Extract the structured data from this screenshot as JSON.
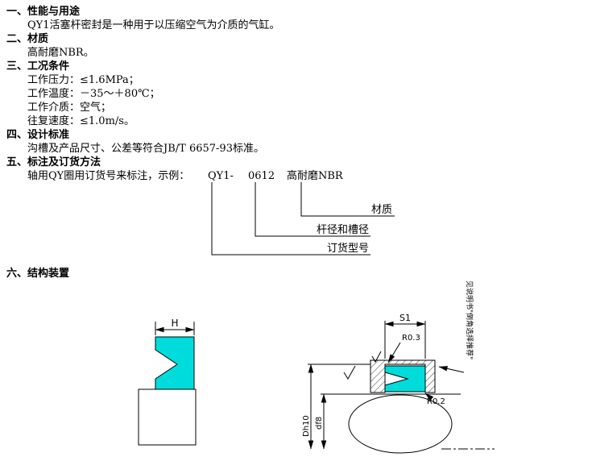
{
  "colors": {
    "seal": "#00dcdc",
    "ink": "#000000"
  },
  "sections": [
    {
      "heading": "一、性能与用途",
      "body": [
        "QY1活塞杆密封是一种用于以压缩空气为介质的气缸。"
      ]
    },
    {
      "heading": "二、材质",
      "body": [
        "高耐磨NBR。"
      ]
    },
    {
      "heading": "三、工况条件",
      "body": [
        "工作压力：≤1.6MPa；",
        "工作温度：－35～＋80℃；",
        "工作介质：空气；",
        "往复速度：≤1.0m/s。"
      ]
    },
    {
      "heading": "四、设计标准",
      "body": [
        "沟槽及产品尺寸、公差等符合JB/T 6657-93标准。"
      ]
    },
    {
      "heading": "五、标注及订货方法",
      "body": []
    },
    {
      "heading": "六、结构装置",
      "body": []
    }
  ],
  "ordering": {
    "prefix": "轴用QY圈用订货号来标注，示例：",
    "code": "QY1-",
    "size": "0612",
    "material": "高耐磨NBR",
    "label_material": "材质",
    "label_rod_groove": "杆径和槽径",
    "label_model": "订货型号"
  },
  "figures": {
    "left": {
      "dim_h": "H"
    },
    "right": {
      "dim_s1": "S1",
      "r_top": "R0.3",
      "r_bottom": "R0.2",
      "dim_groove": "Dh10",
      "dim_rod": "df8",
      "note": "见说明书\"倒角选择推荐\""
    }
  }
}
